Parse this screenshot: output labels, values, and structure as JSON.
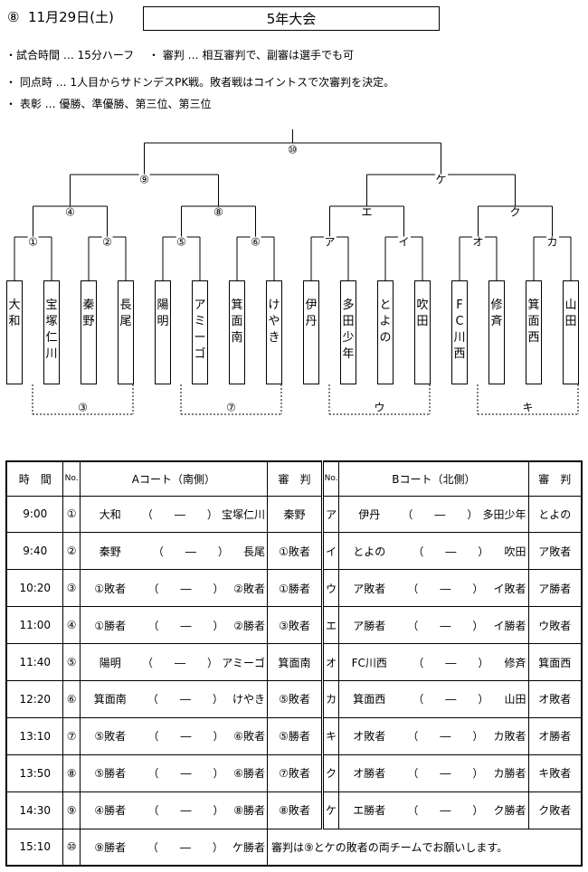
{
  "header": {
    "number": "⑧",
    "date": "11月29日(土)",
    "title": "5年大会"
  },
  "notes": [
    "・試合時間 … 15分ハーフ　 ・ 審判 … 相互審判で、副審は選手でも可",
    "・ 同点時 … 1人目からサドンデスPK戦。敗者戦はコイントスで次審判を決定。",
    "・ 表彰 … 優勝、準優勝、第三位、第三位"
  ],
  "bracket": {
    "teams": [
      "大和",
      "宝塚仁川",
      "秦野",
      "長尾",
      "陽明",
      "アミーゴ",
      "箕面南",
      "けやき",
      "伊丹",
      "多田少年",
      "とよの",
      "吹田",
      "FC川西",
      "修斉",
      "箕面西",
      "山田"
    ],
    "round1": [
      "①",
      "②",
      "⑤",
      "⑥",
      "ア",
      "イ",
      "オ",
      "カ"
    ],
    "round2": [
      "④",
      "⑧",
      "エ",
      "ク"
    ],
    "round3": [
      "⑨",
      "ケ"
    ],
    "final": "⑩",
    "consolation": [
      "③",
      "⑦",
      "ウ",
      "キ"
    ]
  },
  "schedule": {
    "headers": {
      "time": "時　間",
      "no": "No.",
      "court_a": "Aコート（南側）",
      "referee": "審　判",
      "court_b": "Bコート（北側）"
    },
    "rows": [
      {
        "time": "9:00",
        "a_no": "①",
        "a_left": "大和",
        "a_right": "宝塚仁川",
        "a_ref": "秦野",
        "b_no": "ア",
        "b_left": "伊丹",
        "b_right": "多田少年",
        "b_ref": "とよの"
      },
      {
        "time": "9:40",
        "a_no": "②",
        "a_left": "秦野",
        "a_right": "長尾",
        "a_ref": "①敗者",
        "b_no": "イ",
        "b_left": "とよの",
        "b_right": "吹田",
        "b_ref": "ア敗者"
      },
      {
        "time": "10:20",
        "a_no": "③",
        "a_left": "①敗者",
        "a_right": "②敗者",
        "a_ref": "①勝者",
        "b_no": "ウ",
        "b_left": "ア敗者",
        "b_right": "イ敗者",
        "b_ref": "ア勝者"
      },
      {
        "time": "11:00",
        "a_no": "④",
        "a_left": "①勝者",
        "a_right": "②勝者",
        "a_ref": "③敗者",
        "b_no": "エ",
        "b_left": "ア勝者",
        "b_right": "イ勝者",
        "b_ref": "ウ敗者"
      },
      {
        "time": "11:40",
        "a_no": "⑤",
        "a_left": "陽明",
        "a_right": "アミーゴ",
        "a_ref": "箕面南",
        "b_no": "オ",
        "b_left": "FC川西",
        "b_right": "修斉",
        "b_ref": "箕面西"
      },
      {
        "time": "12:20",
        "a_no": "⑥",
        "a_left": "箕面南",
        "a_right": "けやき",
        "a_ref": "⑤敗者",
        "b_no": "カ",
        "b_left": "箕面西",
        "b_right": "山田",
        "b_ref": "オ敗者"
      },
      {
        "time": "13:10",
        "a_no": "⑦",
        "a_left": "⑤敗者",
        "a_right": "⑥敗者",
        "a_ref": "⑤勝者",
        "b_no": "キ",
        "b_left": "オ敗者",
        "b_right": "カ敗者",
        "b_ref": "オ勝者"
      },
      {
        "time": "13:50",
        "a_no": "⑧",
        "a_left": "⑤勝者",
        "a_right": "⑥勝者",
        "a_ref": "⑦敗者",
        "b_no": "ク",
        "b_left": "オ勝者",
        "b_right": "カ勝者",
        "b_ref": "キ敗者"
      },
      {
        "time": "14:30",
        "a_no": "⑨",
        "a_left": "④勝者",
        "a_right": "⑧勝者",
        "a_ref": "⑧敗者",
        "b_no": "ケ",
        "b_left": "エ勝者",
        "b_right": "ク勝者",
        "b_ref": "ク敗者"
      }
    ],
    "final_row": {
      "time": "15:10",
      "a_no": "⑩",
      "a_left": "⑨勝者",
      "a_right": "ケ勝者",
      "note": "審判は⑨とケの敗者の両チームでお願いします。"
    },
    "score_blank": "（　　―　　）"
  }
}
